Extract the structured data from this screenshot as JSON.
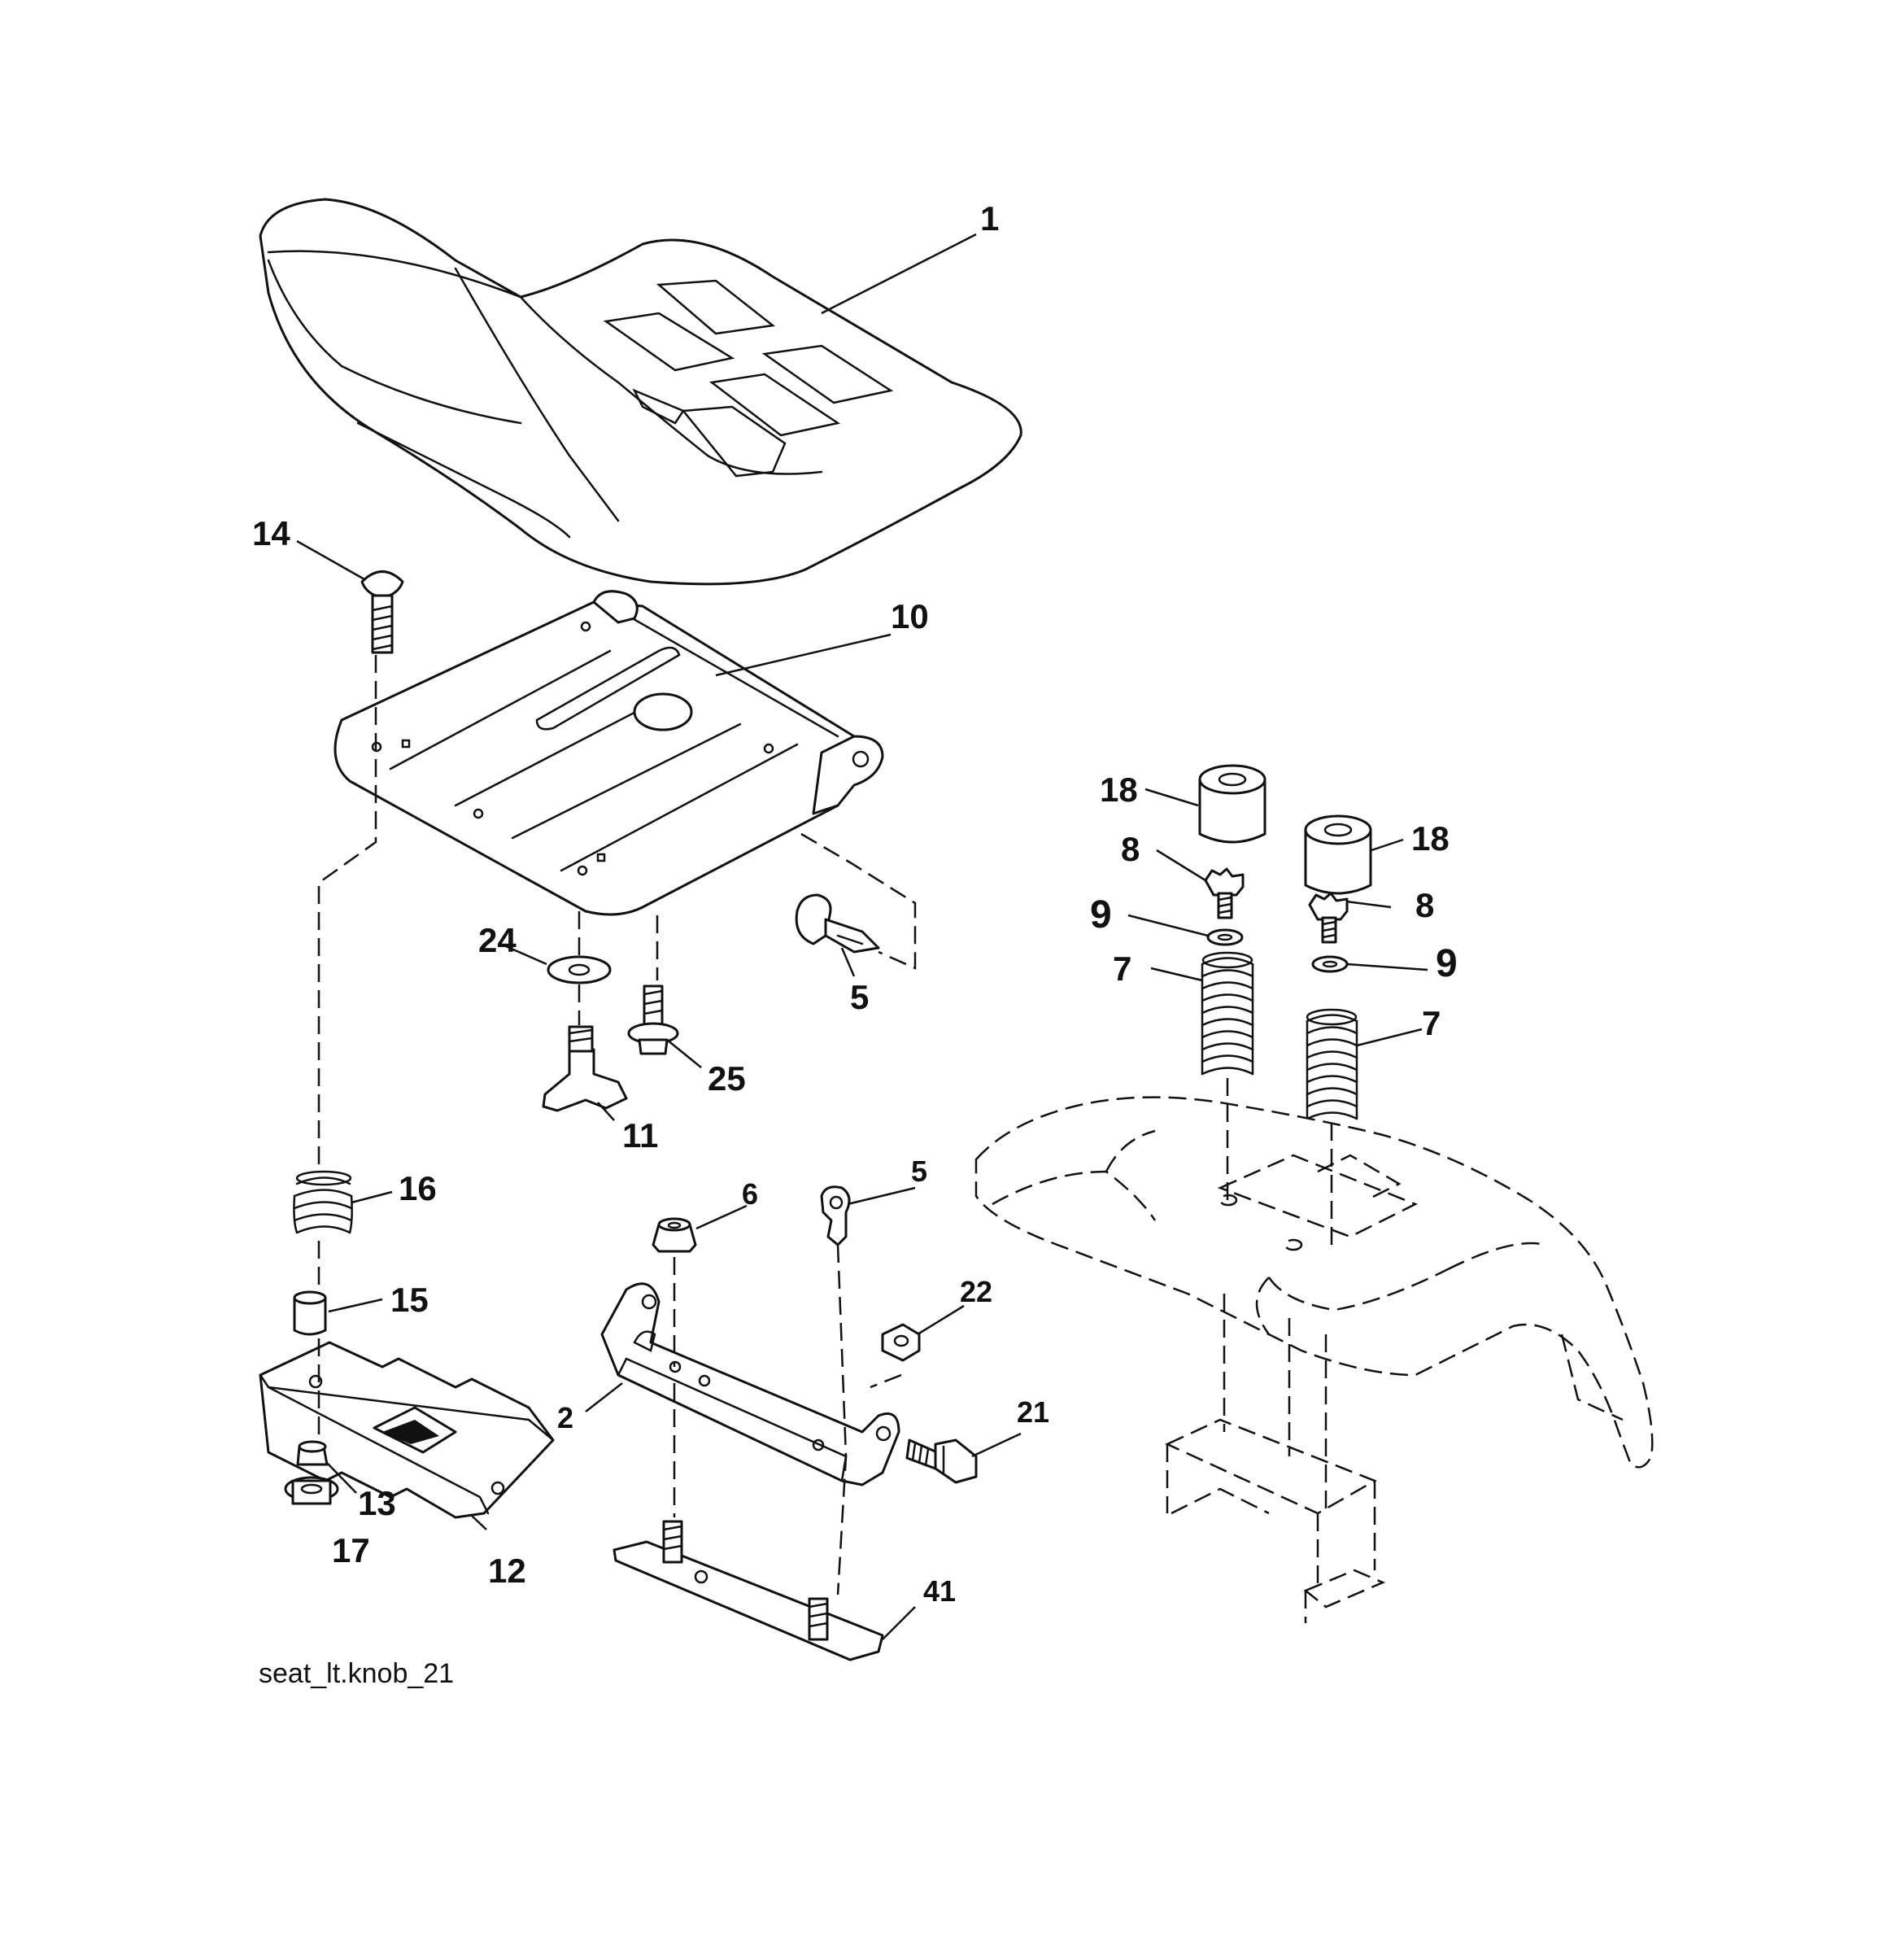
{
  "caption": "seat_lt.knob_21",
  "callouts": {
    "c1": "1",
    "c2": "2",
    "c5a": "5",
    "c5b": "5",
    "c6": "6",
    "c7a": "7",
    "c7b": "7",
    "c8a": "8",
    "c8b": "8",
    "c9a": "9",
    "c9b": "9",
    "c10": "10",
    "c11": "11",
    "c12": "12",
    "c13": "13",
    "c14": "14",
    "c15": "15",
    "c16": "16",
    "c17": "17",
    "c18a": "18",
    "c18b": "18",
    "c21": "21",
    "c22": "22",
    "c24": "24",
    "c25": "25",
    "c41": "41"
  }
}
